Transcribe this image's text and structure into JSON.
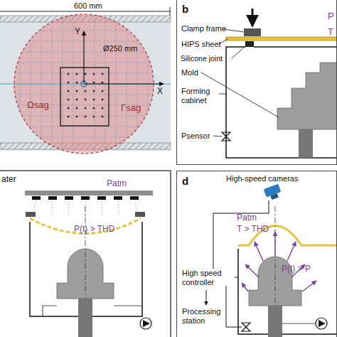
{
  "diagram": {
    "nodes": [
      {
        "text": [
          "b"
        ]
      },
      {
        "text": [
          "d"
        ]
      }
    ],
    "labels": [
      "600 mm",
      "Ø250 mm",
      "Y",
      "X",
      "Ωsag",
      "Γsag",
      "Clamp frame",
      "HIPS sheet",
      "Silicone joint",
      "Mold",
      "Forming cabinet",
      "Psensor",
      "P",
      "T",
      "ater",
      "Patm",
      "P(t) > THD",
      "High-speed cameras",
      "Patm",
      "T > THD",
      "P(t) > P",
      "High speed controller",
      "Processing station"
    ]
  }
}
